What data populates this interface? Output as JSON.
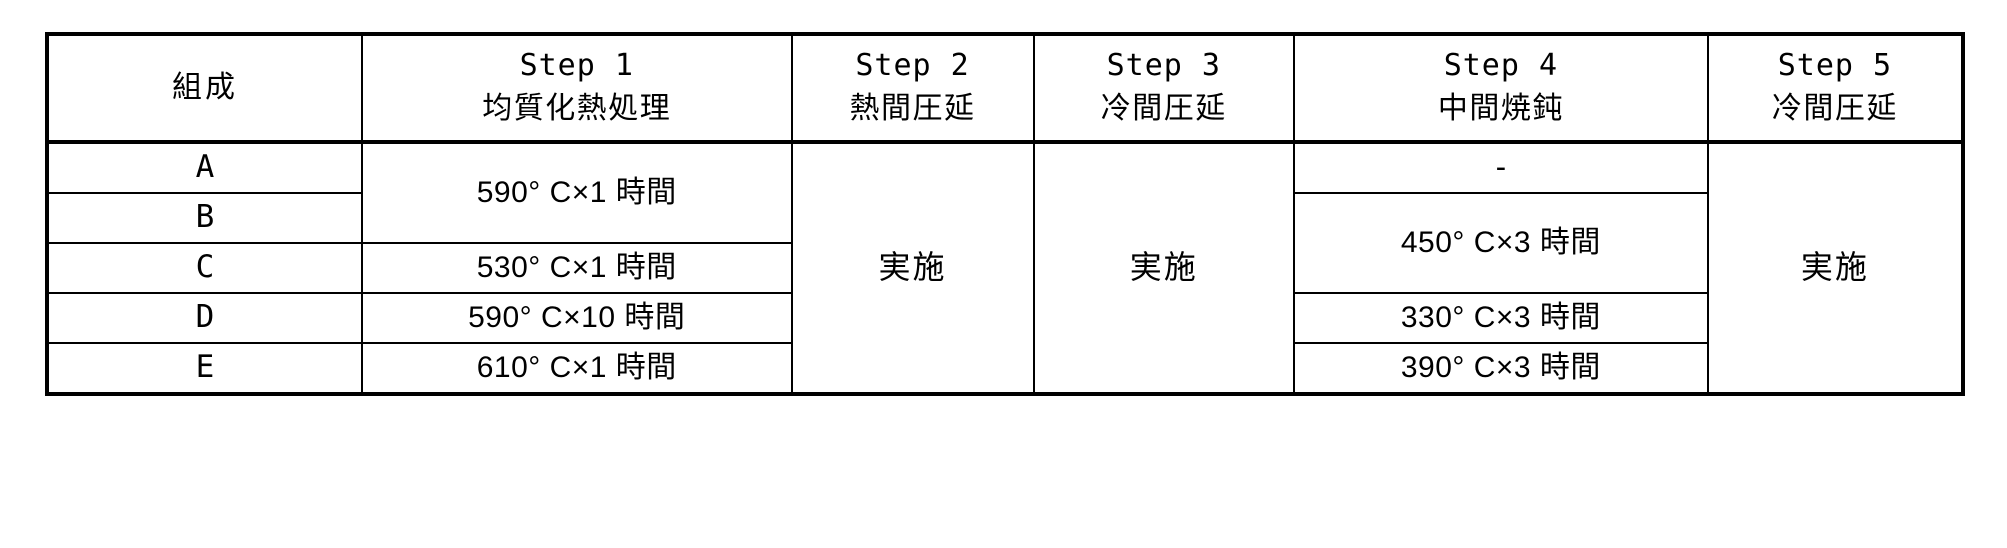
{
  "table": {
    "columns": [
      {
        "key": "composition",
        "step": "",
        "name": "組成",
        "single_line": true
      },
      {
        "key": "step1",
        "step": "Step 1",
        "name": "均質化熱処理"
      },
      {
        "key": "step2",
        "step": "Step 2",
        "name": "熱間圧延"
      },
      {
        "key": "step3",
        "step": "Step 3",
        "name": "冷間圧延"
      },
      {
        "key": "step4",
        "step": "Step 4",
        "name": "中間焼鈍"
      },
      {
        "key": "step5",
        "step": "Step 5",
        "name": "冷間圧延"
      }
    ],
    "header": {
      "composition": "組成",
      "step1_label": "Step 1",
      "step1_name": "均質化熱処理",
      "step2_label": "Step 2",
      "step2_name": "熱間圧延",
      "step3_label": "Step 3",
      "step3_name": "冷間圧延",
      "step4_label": "Step 4",
      "step4_name": "中間焼鈍",
      "step5_label": "Step 5",
      "step5_name": "冷間圧延"
    },
    "rows": [
      {
        "composition": "A"
      },
      {
        "composition": "B"
      },
      {
        "composition": "C"
      },
      {
        "composition": "D"
      },
      {
        "composition": "E"
      }
    ],
    "step1_cells": [
      {
        "value": "590° C×1 時間",
        "rowspan": 2
      },
      {
        "value": "530° C×1 時間",
        "rowspan": 1
      },
      {
        "value": "590° C×10 時間",
        "rowspan": 1
      },
      {
        "value": "610° C×1 時間",
        "rowspan": 1
      }
    ],
    "step2_cells": [
      {
        "value": "実施",
        "rowspan": 5
      }
    ],
    "step3_cells": [
      {
        "value": "実施",
        "rowspan": 5
      }
    ],
    "step4_cells": [
      {
        "value": "-",
        "rowspan": 1
      },
      {
        "value": "450° C×3 時間",
        "rowspan": 2
      },
      {
        "value": "330° C×3 時間",
        "rowspan": 1
      },
      {
        "value": "390° C×3 時間",
        "rowspan": 1
      }
    ],
    "step5_cells": [
      {
        "value": "実施",
        "rowspan": 5
      }
    ]
  },
  "colors": {
    "border": "#000000",
    "text": "#000000",
    "background": "#ffffff"
  }
}
